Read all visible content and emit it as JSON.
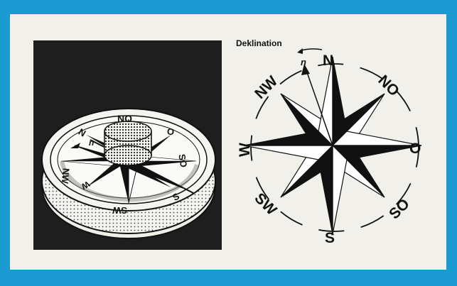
{
  "declination_label": "Deklination",
  "north_marker": "n",
  "rose_labels": {
    "n": "N",
    "ne": "NO",
    "e": "O",
    "se": "SO",
    "s": "S",
    "sw": "SW",
    "w": "W",
    "nw": "NW"
  },
  "photo_labels": {
    "north_marker": "n",
    "n": "N",
    "ne": "NO",
    "e": "O",
    "se": "SO",
    "s": "S",
    "sw": "SW",
    "w": "W",
    "nw": "NW"
  }
}
